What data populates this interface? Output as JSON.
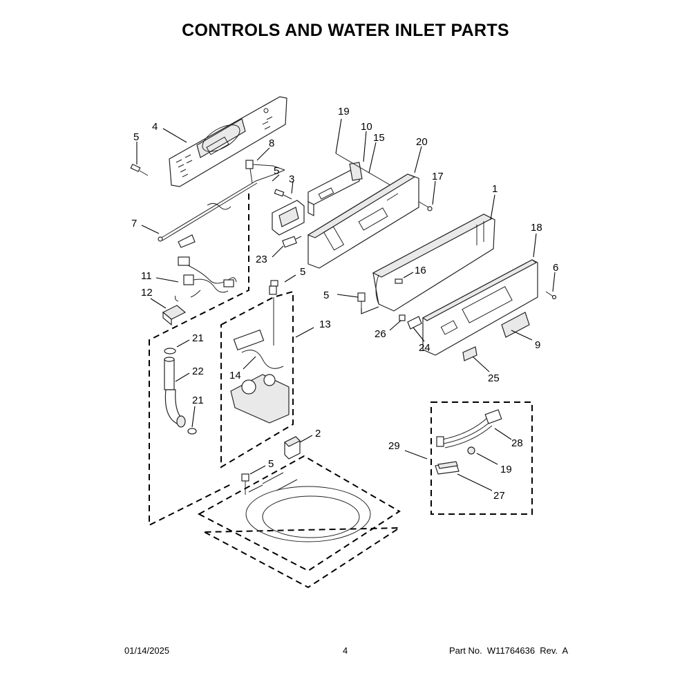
{
  "title": "CONTROLS AND WATER INLET PARTS",
  "footer": {
    "date": "01/14/2025",
    "page": "4",
    "part_no": "Part No.  W11764636  Rev.  A"
  },
  "callouts": {
    "c1": "1",
    "c2": "2",
    "c3": "3",
    "c4": "4",
    "c5a": "5",
    "c5b": "5",
    "c5c": "5",
    "c5d": "5",
    "c5e": "5",
    "c6": "6",
    "c7": "7",
    "c8": "8",
    "c9": "9",
    "c10": "10",
    "c11": "11",
    "c12": "12",
    "c13": "13",
    "c14": "14",
    "c15": "15",
    "c16": "16",
    "c17": "17",
    "c18": "18",
    "c19a": "19",
    "c19b": "19",
    "c20": "20",
    "c21a": "21",
    "c21b": "21",
    "c22": "22",
    "c23": "23",
    "c24": "24",
    "c25": "25",
    "c26": "26",
    "c27": "27",
    "c28": "28",
    "c29": "29"
  }
}
